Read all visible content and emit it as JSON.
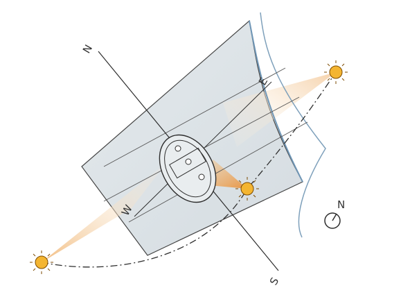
{
  "diagram": {
    "labels": {
      "north": "N",
      "south": "S",
      "east": "E",
      "west": "W",
      "compass": "N"
    },
    "icons": [
      "sun-icon",
      "sun-icon",
      "sun-icon",
      "compass-icon",
      "shade-sail-icon",
      "table-and-chairs-icon"
    ],
    "colors": {
      "sail_fill": "#dde3e7",
      "sail_edge": "#8aa8bf",
      "outline": "#2d2d2d",
      "light_ray": "#f7d9ad",
      "sun": "#f4b531"
    }
  }
}
